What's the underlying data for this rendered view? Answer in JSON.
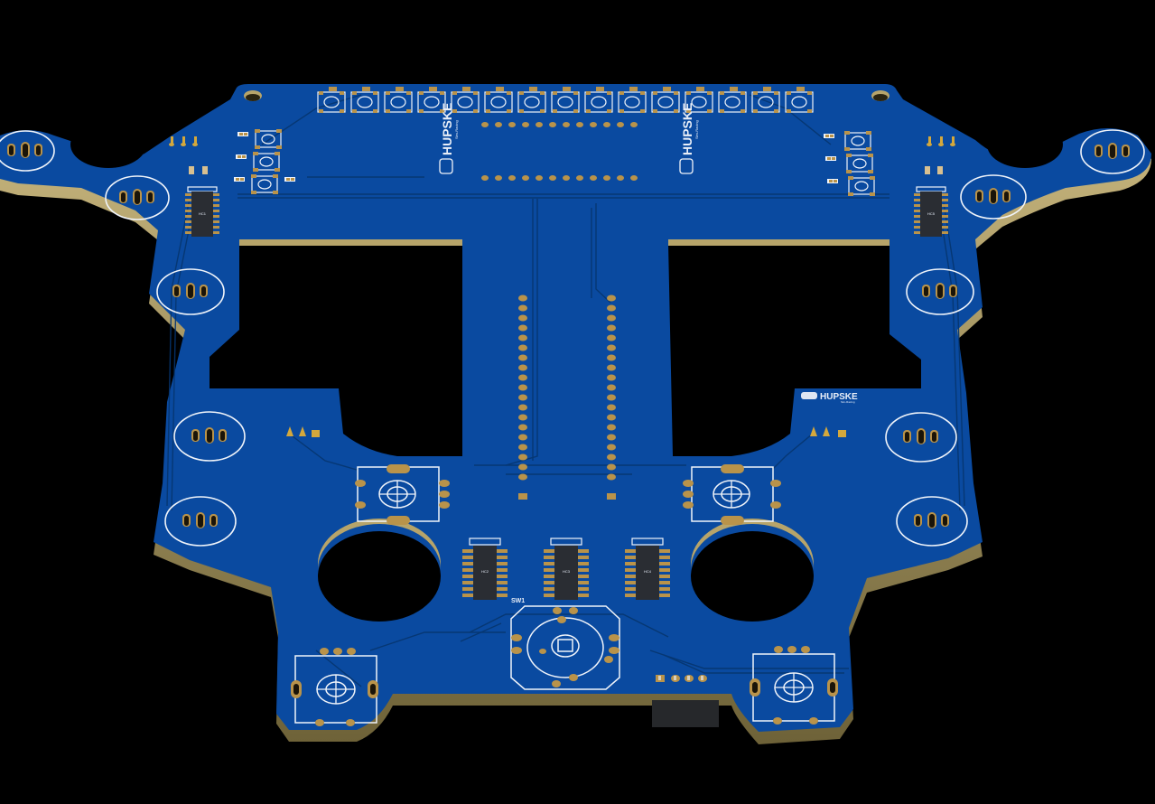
{
  "scene": {
    "background": "#000000",
    "board_color": "#0a4aa0",
    "board_edge_color": "#b7a46a",
    "trace_color": "#06356f",
    "pad_color": "#b9934a",
    "silkscreen_color": "#f0f4fa",
    "ic_color": "#2a2d33"
  },
  "board": {
    "logo_brand": "HUPSKE",
    "logo_tagline": "Sim-Racing",
    "logo_top_left": "HUPSKE",
    "logo_top_right": "HUPSKE",
    "logo_right_mid": "HUPSKE",
    "switch_label": "SW1",
    "top_button_count": 15,
    "header_pin_rows": 2,
    "header_pins_per_row": 20,
    "ic_labels": [
      "HC1",
      "HC2",
      "HC3",
      "HC4",
      "HC5"
    ],
    "encoder_count": 4,
    "rotary_switch_label": "SW1",
    "connector_pins": 4
  }
}
